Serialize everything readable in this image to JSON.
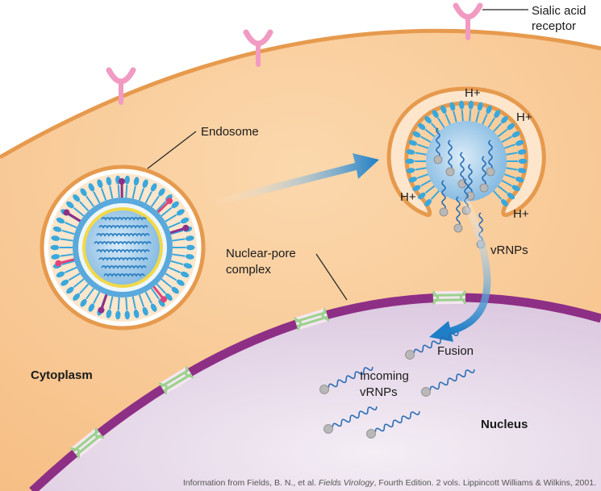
{
  "labels": {
    "sialic_line1": "Sialic acid",
    "sialic_line2": "receptor",
    "endosome": "Endosome",
    "npc_line1": "Nuclear-pore",
    "npc_line2": "complex",
    "vrnps": "vRNPs",
    "fusion": "Fusion",
    "incoming_line1": "Incoming",
    "incoming_line2": "vRNPs",
    "cytoplasm": "Cytoplasm",
    "nucleus": "Nucleus",
    "proton": "H+"
  },
  "credit": {
    "prefix": "Information from Fields, B. N., et al. ",
    "book": "Fields Virology",
    "suffix": ", Fourth Edition. 2 vols. Lippincott Williams & Wilkins, 2001."
  },
  "colors": {
    "cytoplasm": "#f9c894",
    "membrane": "#e69a4e",
    "nucleus": "#e9dcec",
    "nuclear_envelope": "#8e2f86",
    "nuclear_pore": "#9bd18c",
    "receptor": "#f19ac2",
    "lipid_head": "#39a8dc",
    "virion_core": "#a9cde9",
    "arrow": "#1e7fc6"
  }
}
